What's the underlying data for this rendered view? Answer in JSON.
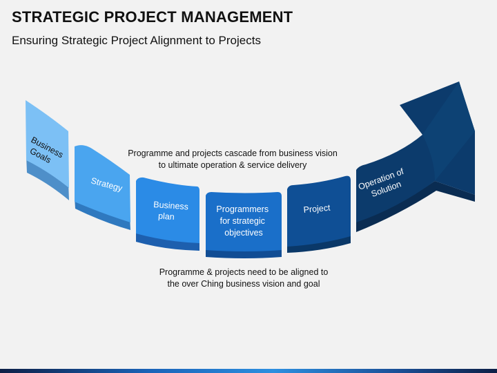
{
  "header": {
    "title": "STRATEGIC PROJECT MANAGEMENT",
    "subtitle": "Ensuring Strategic Project Alignment to Projects"
  },
  "notes": {
    "top": "Programme and projects cascade from business vision\nto ultimate operation & service delivery",
    "bottom": "Programme & projects need to be aligned to\nthe over Ching business vision and goal"
  },
  "steps": [
    {
      "lines": [
        "Business",
        "Goals"
      ],
      "color": "#7cc0f5"
    },
    {
      "lines": [
        "Strategy"
      ],
      "color": "#4aa5ef"
    },
    {
      "lines": [
        "Business",
        "plan"
      ],
      "color": "#2b8be6"
    },
    {
      "lines": [
        "Programmers",
        "for strategic",
        "objectives"
      ],
      "color": "#1a6fc9"
    },
    {
      "lines": [
        "Project"
      ],
      "color": "#0f4f95"
    },
    {
      "lines": [
        "Operation of",
        "Solution"
      ],
      "color": "#0c3b6c"
    }
  ]
}
